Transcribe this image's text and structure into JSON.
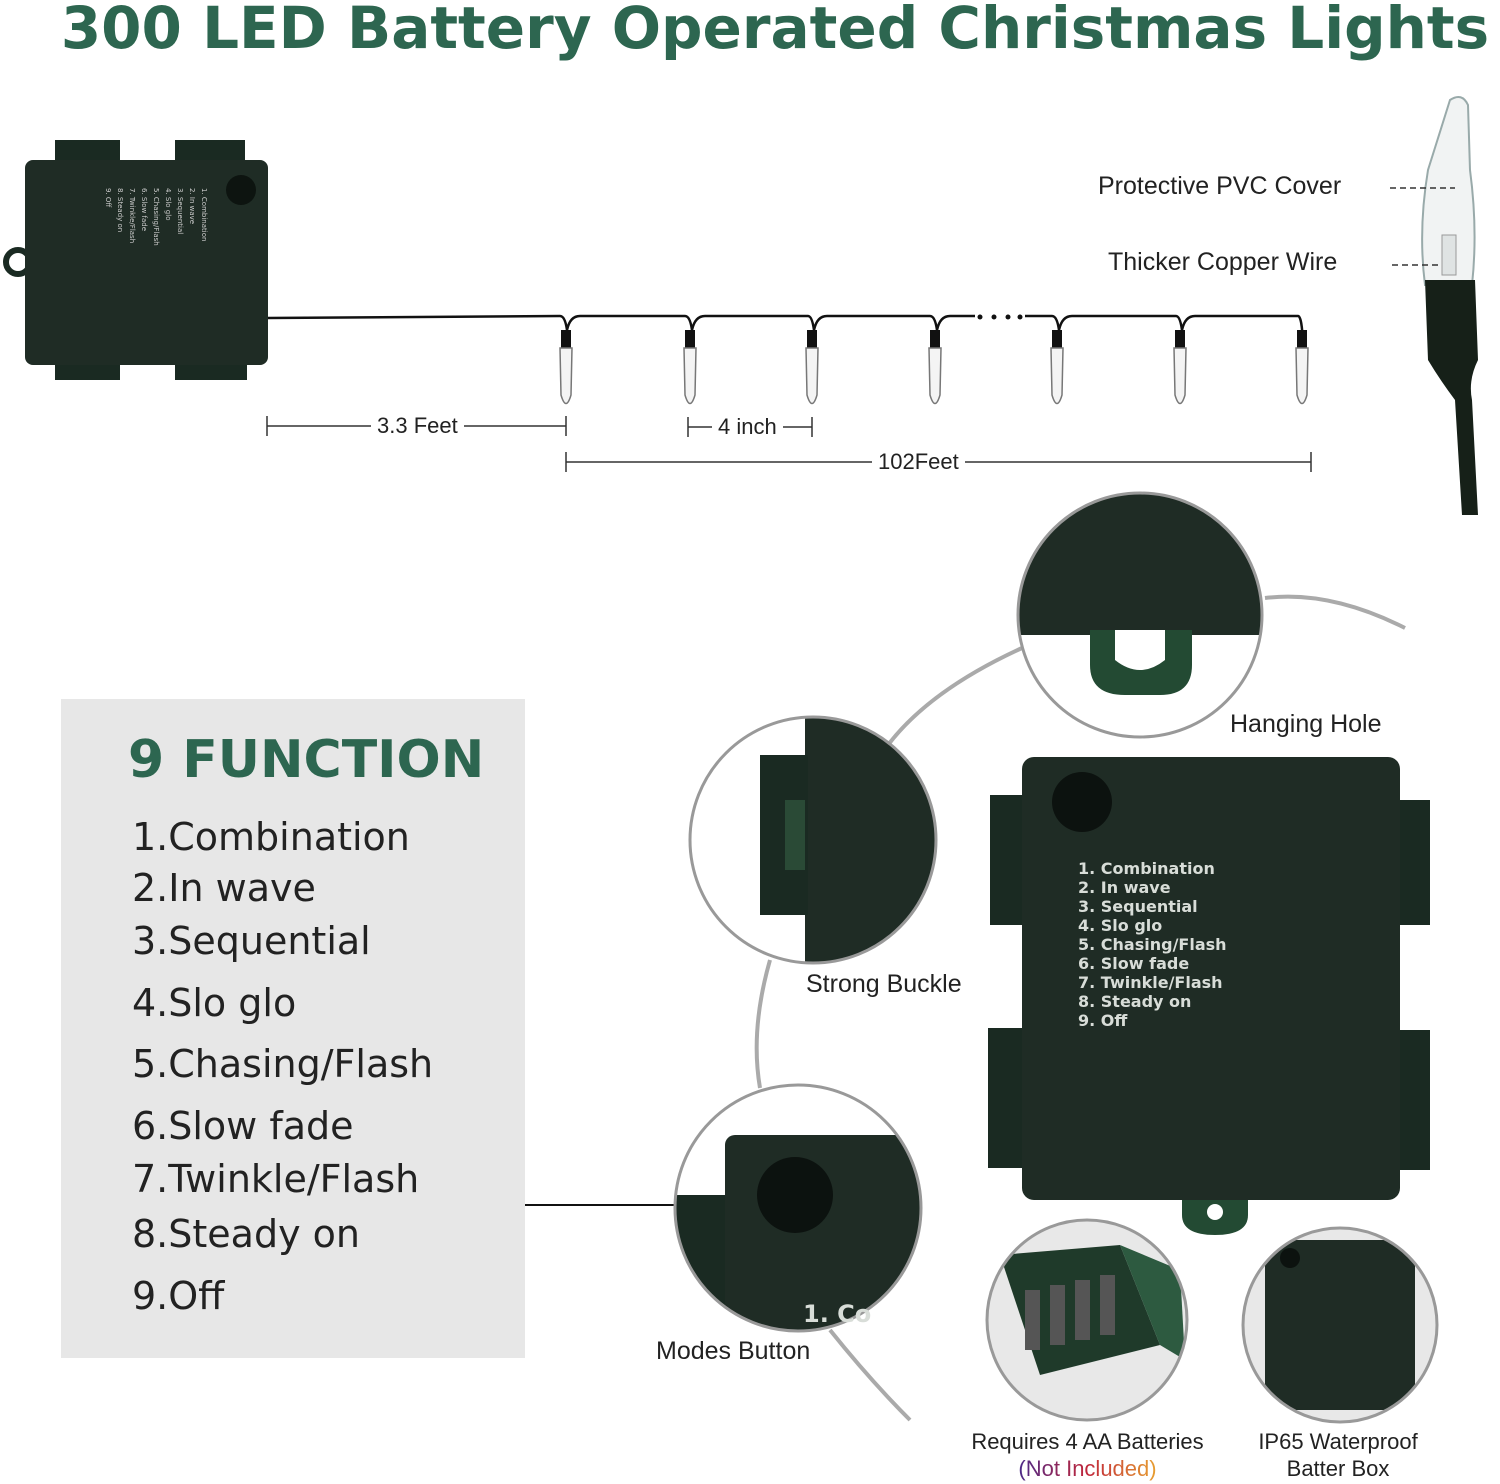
{
  "title": "300 LED Battery Operated Christmas Lights",
  "callouts": {
    "pvc_cover": "Protective PVC Cover",
    "copper_wire": "Thicker Copper Wire",
    "hanging_hole": "Hanging Hole",
    "strong_buckle": "Strong Buckle",
    "modes_button": "Modes Button",
    "batteries": "Requires 4 AA Batteries",
    "not_included": "(Not Included)",
    "waterproof_line1": "IP65 Waterproof",
    "waterproof_line2": "Batter Box"
  },
  "dimensions": {
    "lead": "3.3 Feet",
    "spacing": "4 inch",
    "total": "102Feet"
  },
  "functions": {
    "heading": "9 FUNCTION",
    "items": [
      "1.Combination",
      "2.In wave",
      "3.Sequential",
      "4.Slo glo",
      "5.Chasing/Flash",
      "6.Slow fade",
      "7.Twinkle/Flash",
      "8.Steady on",
      "9.Off"
    ]
  },
  "box_label": {
    "items": [
      "1. Combination",
      "2. In wave",
      "3. Sequential",
      "4. Slo glo",
      "5. Chasing/Flash",
      "6. Slow fade",
      "7. Twinkle/Flash",
      "8. Steady on",
      "9. Off"
    ],
    "partial": "1. Co"
  },
  "colors": {
    "brand_green": "#2d6650",
    "box": "#1f2c25",
    "panel": "#e7e7e7"
  }
}
